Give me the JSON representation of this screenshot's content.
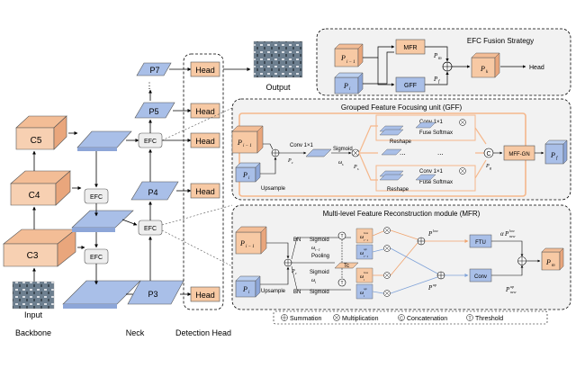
{
  "backbone": {
    "c5": "C5",
    "c4": "C4",
    "c3": "C3",
    "input_label": "Input",
    "title": "Backbone"
  },
  "neck": {
    "efc": "EFC",
    "p7": "P7",
    "p5": "P5",
    "p4": "P4",
    "p3": "P3",
    "dots": "⋮",
    "title": "Neck"
  },
  "detection_head": {
    "head": "Head",
    "title": "Detection Head",
    "output_label": "Output"
  },
  "efc_fusion": {
    "title": "EFC  Fusion Strategy",
    "mfr": "MFR",
    "gff": "GFF",
    "p_i_minus_1": "P",
    "sub_i_minus_1": "i − 1",
    "p_i": "P",
    "sub_i": "i",
    "p_m": "P",
    "sub_m": "m",
    "p_f": "P",
    "sub_f": "f",
    "p_k": "P",
    "sub_k": "k",
    "head": "Head"
  },
  "gff": {
    "title": "Grouped Feature Focusing unit (GFF)",
    "upsample": "Upsample",
    "conv": "Conv 1×1",
    "sigmoid": "Sigmoid",
    "omega": "ω",
    "sub_s": "s",
    "p_c": "P",
    "sub_c": "c",
    "p_s": "P",
    "sub_s2": "s",
    "p_g": "P",
    "sub_g": "g",
    "conv_top": "Conv 1×1",
    "fuse_top": "Fuse Softmax",
    "reshape_top": "Reshape",
    "ellipsis": "...",
    "conv_bottom": "Conv 1×1",
    "fuse_bottom": "Fuse Softmax",
    "reshape_bottom": "Reshape",
    "mff_gn": "MFF-GN",
    "concat": "C",
    "p_f": "P",
    "sub_f": "f"
  },
  "mfr": {
    "title": "Multi-level Feature Reconstruction module (MFR)",
    "bn1": "BN",
    "sigmoid1": "Sigmoid",
    "pooling": "Pooling",
    "sigmoid2": "Sigmoid",
    "bn2": "BN",
    "upsample": "Upsample",
    "p_c": "P",
    "sub_c": "c",
    "omega_im1": "ω",
    "sub_im1": "i−1",
    "omega_i": "ω",
    "sub_i": "i",
    "tc": "Tc",
    "threshold": "T",
    "omega_low_top": "ω",
    "sup_low": "low",
    "sub_low": "i−1",
    "omega_up_top": "ω",
    "sup_up": "up",
    "sub_up_top": "i−1",
    "omega_low_bot": "ω",
    "sup_low_bot": "low",
    "sub_low_bot": "i",
    "omega_up_bot": "ω",
    "sup_up_bot": "up",
    "sub_up_bot": "i",
    "p_low": "P",
    "sup_p_low": "low",
    "p_up": "P",
    "sup_p_up": "up",
    "ftu": "FTU",
    "conv": "Conv",
    "alpha": "α",
    "p_new_low": "P",
    "sup_new_low": "low",
    "sub_new_low": "new",
    "p_new_up": "P",
    "sup_new_up": "up",
    "sub_new_up": "new",
    "p_i_minus_1": "P",
    "sub_i_minus_1": "i − 1",
    "p_i": "P",
    "sub_pi": "i",
    "p_m": "P",
    "sub_m": "m"
  },
  "legend": {
    "summation": "Summation",
    "multiplication": "Multiplication",
    "concatenation": "Concatenation",
    "threshold": "Threshold"
  },
  "colors": {
    "orange": "#f7c9a4",
    "orange_dark": "#e8a97e",
    "blue": "#a9bfe8",
    "blue_dark": "#8da6d8",
    "orange_line": "#f5b78b",
    "blue_line": "#a9c4ec",
    "grey": "#eeeeee"
  }
}
